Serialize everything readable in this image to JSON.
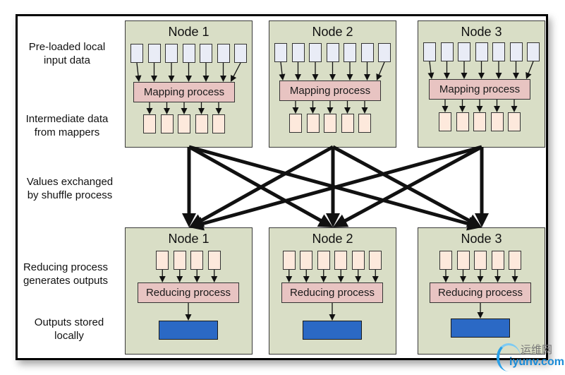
{
  "diagram": {
    "row_labels": {
      "input": [
        "Pre-loaded local",
        "input data"
      ],
      "intermediate": [
        "Intermediate data",
        "from mappers"
      ],
      "shuffle": [
        "Values exchanged",
        "by shuffle process"
      ],
      "reducing": [
        "Reducing process",
        "generates outputs"
      ],
      "outputs": [
        "Outputs stored",
        "locally"
      ]
    },
    "map_nodes": [
      {
        "title": "Node 1",
        "process_label": "Mapping process",
        "input_blocks": 7,
        "intermediate_blocks": 5
      },
      {
        "title": "Node 2",
        "process_label": "Mapping process",
        "input_blocks": 7,
        "intermediate_blocks": 5
      },
      {
        "title": "Node 3",
        "process_label": "Mapping process",
        "input_blocks": 7,
        "intermediate_blocks": 5
      }
    ],
    "reduce_nodes": [
      {
        "title": "Node 1",
        "process_label": "Reducing process",
        "input_blocks": 4,
        "outputs": 1
      },
      {
        "title": "Node 2",
        "process_label": "Reducing process",
        "input_blocks": 6,
        "outputs": 1
      },
      {
        "title": "Node 3",
        "process_label": "Reducing process",
        "input_blocks": 5,
        "outputs": 1
      }
    ],
    "shuffle_edges": "all-to-all",
    "colors": {
      "node_bg": "#d9dec6",
      "process_bg": "#e8c4c2",
      "input_block": "#e9ecf6",
      "intermediate_block": "#fde9dc",
      "output_block": "#2b69c5"
    }
  },
  "watermark": {
    "cn": "运维网",
    "en": "iyunv.com"
  }
}
